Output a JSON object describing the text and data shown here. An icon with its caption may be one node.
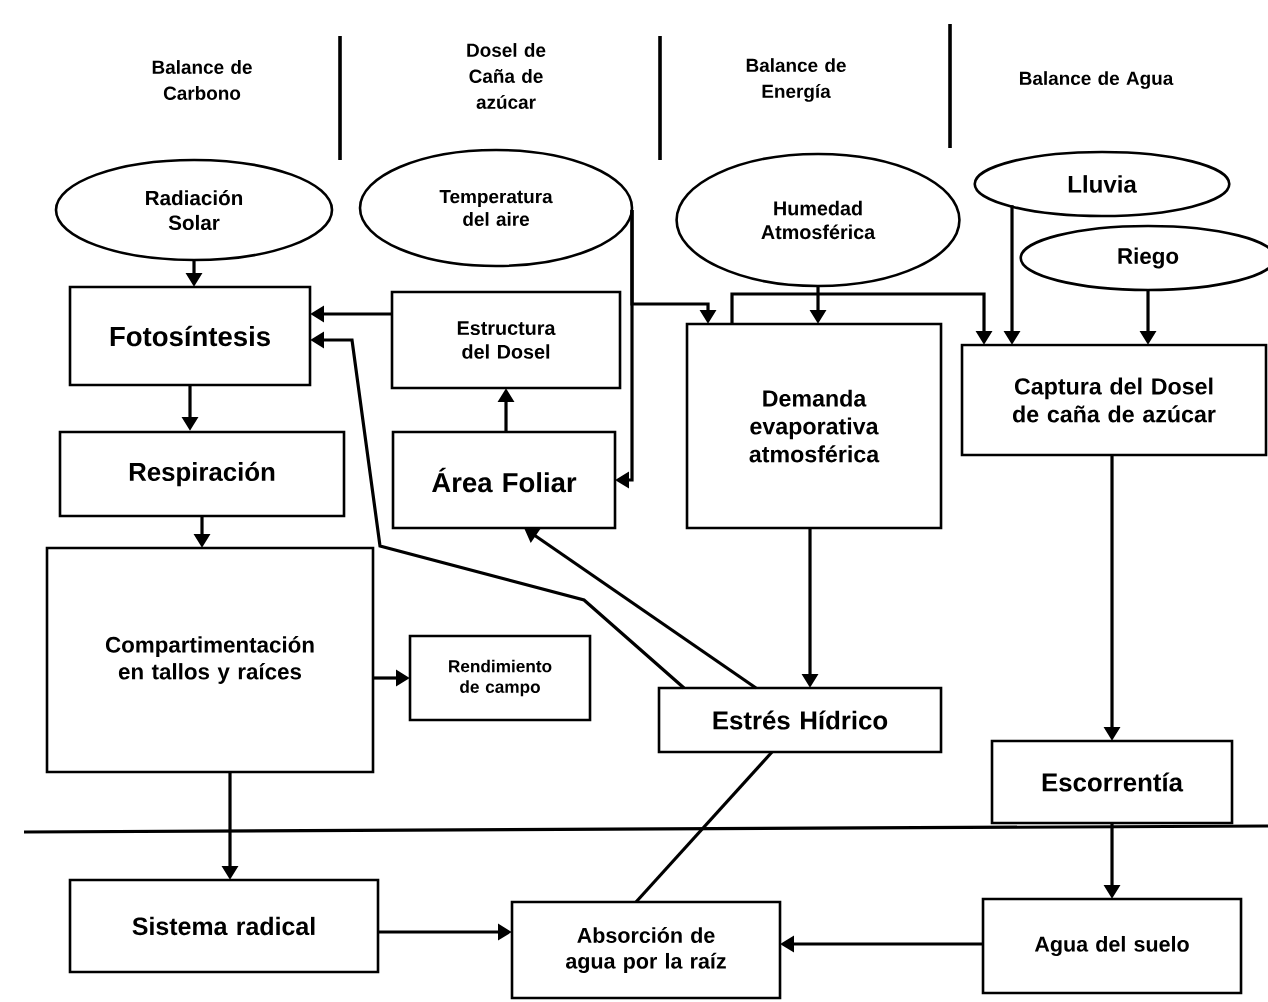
{
  "diagram": {
    "nodes": [
      {
        "text": [
          "Radiación Solar"
        ]
      },
      {
        "text": [
          "Temperatura del aire"
        ]
      },
      {
        "text": [
          "Humedad Atmosférica"
        ]
      },
      {
        "text": [
          "Lluvia"
        ]
      },
      {
        "text": [
          "Riego"
        ]
      },
      {
        "text": [
          "Fotosíntesis"
        ]
      },
      {
        "text": [
          "Estructura del Dosel"
        ]
      },
      {
        "text": [
          "Respiración"
        ]
      },
      {
        "text": [
          "Área Foliar"
        ]
      },
      {
        "text": [
          "Demanda evaporativa atmosférica"
        ]
      },
      {
        "text": [
          "Captura del Dosel de caña de azúcar"
        ]
      },
      {
        "text": [
          "Compartimentación en tallos y raíces"
        ]
      },
      {
        "text": [
          "Rendimiento de campo"
        ]
      },
      {
        "text": [
          "Estrés Hídrico"
        ]
      },
      {
        "text": [
          "Escorrentía"
        ]
      },
      {
        "text": [
          "Sistema radical"
        ]
      },
      {
        "text": [
          "Absorción de agua por la raíz"
        ]
      },
      {
        "text": [
          "Agua del suelo"
        ]
      }
    ],
    "edges": [
      {
        "from": 0,
        "to": 5,
        "arrow": "to"
      },
      {
        "from": 5,
        "to": 7,
        "arrow": "to"
      },
      {
        "from": 7,
        "to": 11,
        "arrow": "to"
      },
      {
        "from": 6,
        "to": 5,
        "arrow": "to"
      },
      {
        "from": 8,
        "to": 6,
        "arrow": "to"
      },
      {
        "from": 1,
        "to": 8,
        "arrow": "to"
      },
      {
        "from": 1,
        "to": 9,
        "arrow": "to"
      },
      {
        "from": 9,
        "to": 10,
        "arrow": "to"
      },
      {
        "from": 2,
        "to": 9,
        "arrow": "to"
      },
      {
        "from": 3,
        "to": 10,
        "arrow": "to"
      },
      {
        "from": 4,
        "to": 10,
        "arrow": "to"
      },
      {
        "from": 10,
        "to": 14,
        "arrow": "to"
      },
      {
        "from": 14,
        "to": 17,
        "arrow": "to"
      },
      {
        "from": 17,
        "to": 16,
        "arrow": "to"
      },
      {
        "from": 15,
        "to": 16,
        "arrow": "to"
      },
      {
        "from": 11,
        "to": 15,
        "arrow": "to"
      },
      {
        "from": 11,
        "to": 12,
        "arrow": "to"
      },
      {
        "from": 9,
        "to": 13,
        "arrow": "to"
      },
      {
        "from": 13,
        "to": 5,
        "arrow": "to"
      },
      {
        "from": 13,
        "to": 8,
        "arrow": "to"
      },
      {
        "from": 16,
        "to": 13,
        "arrow": "none"
      }
    ],
    "labels": [
      "Balance de Carbono",
      "Dosel de Caña de azúcar",
      "Balance de Energía",
      "Balance de Agua"
    ]
  }
}
